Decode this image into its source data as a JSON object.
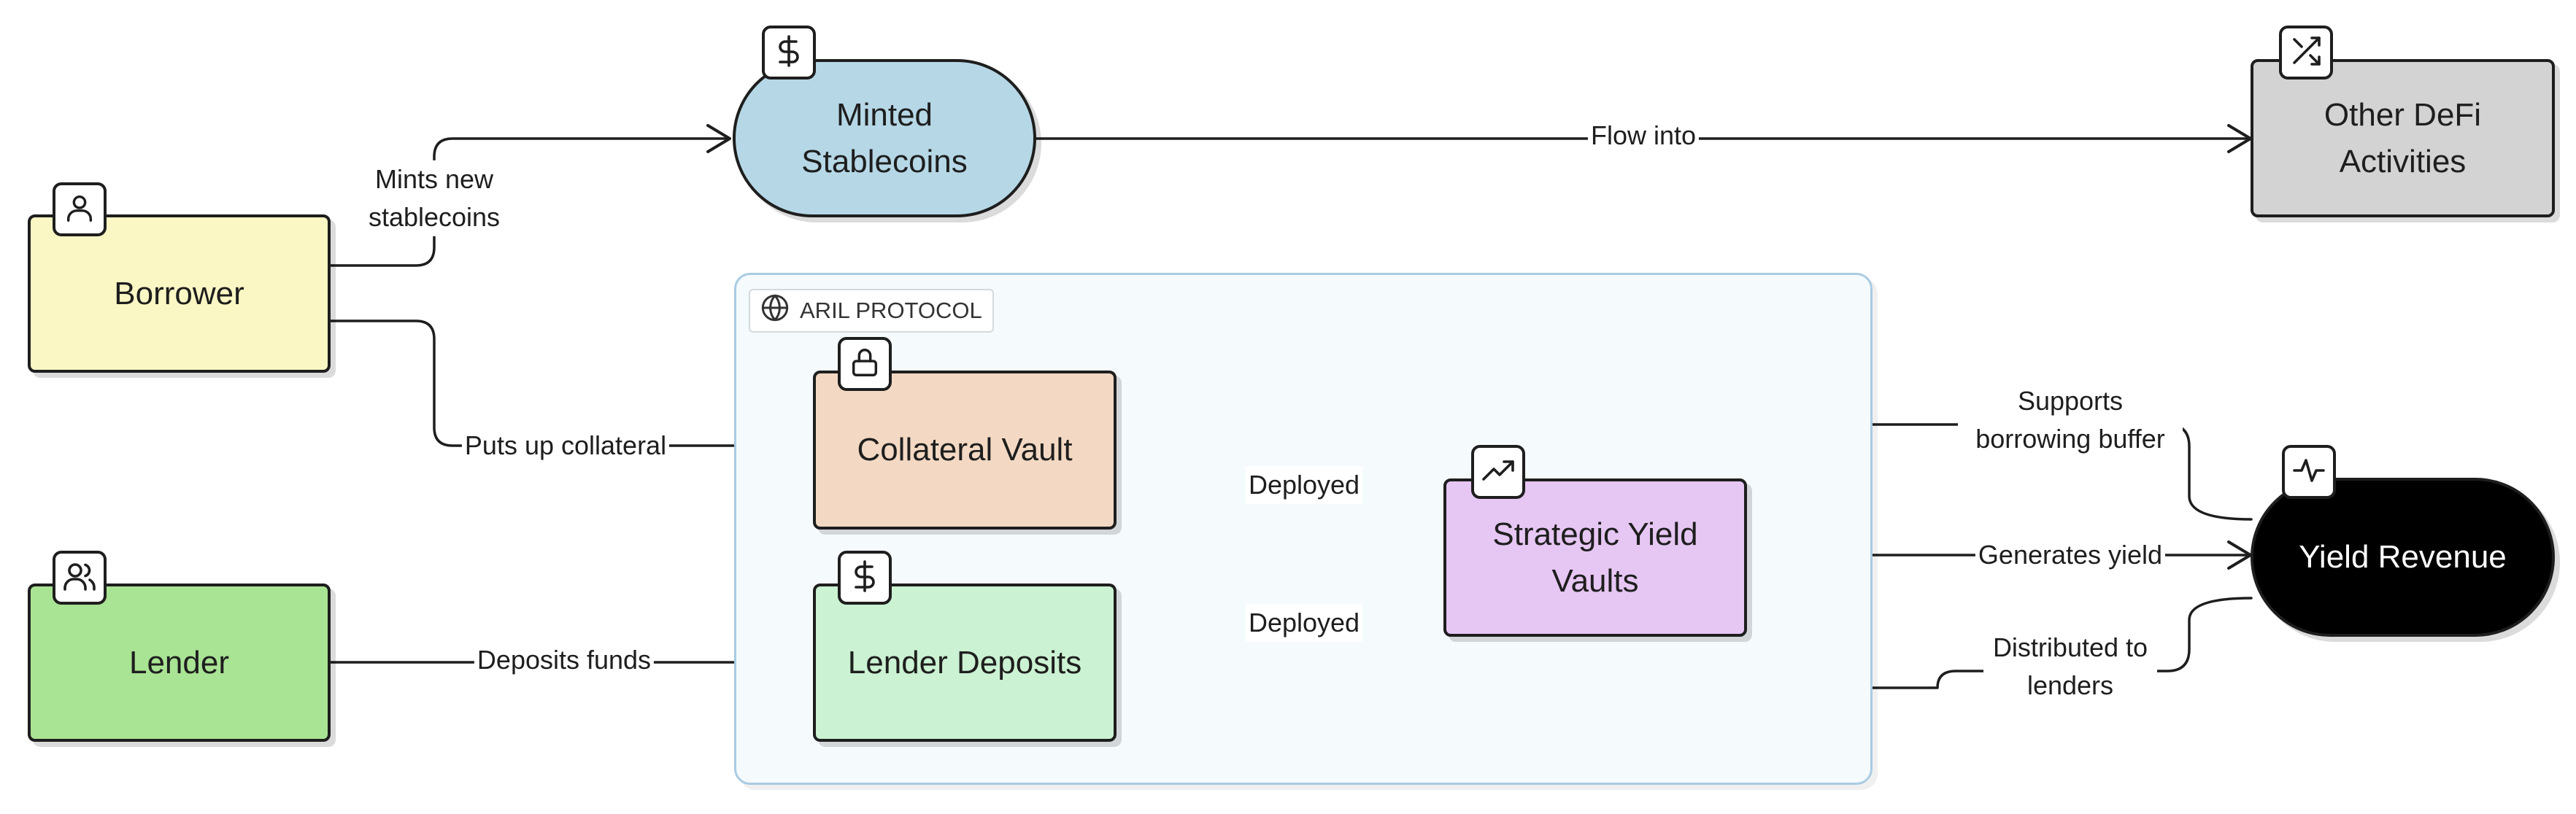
{
  "nodes": {
    "borrower": "Borrower",
    "lender": "Lender",
    "minted_stablecoins": "Minted Stablecoins",
    "other_defi": "Other DeFi Activities",
    "collateral_vault": "Collateral Vault",
    "lender_deposits": "Lender Deposits",
    "strategic_yield_vaults": "Strategic Yield Vaults",
    "yield_revenue": "Yield Revenue"
  },
  "group": {
    "title": "ARIL PROTOCOL"
  },
  "edges": {
    "mints": "Mints new stablecoins",
    "collateral": "Puts up collateral",
    "deposits": "Deposits funds",
    "flow_into": "Flow into",
    "deployed_collateral": "Deployed",
    "deployed_deposits": "Deployed",
    "generates_yield": "Generates yield",
    "supports_buffer": "Supports borrowing buffer",
    "distributed": "Distributed to lenders"
  },
  "colors": {
    "borrower": "#fbf7c4",
    "lender": "#a9e394",
    "minted_stablecoins": "#b6d7e6",
    "other_defi": "#d3d3d3",
    "collateral_vault": "#f3d9c3",
    "lender_deposits": "#cbf2d2",
    "strategic_yield_vaults": "#e6c6f3",
    "yield_revenue": "#000000",
    "group_fill": "#f5fafd",
    "group_border": "#a9cce3"
  },
  "icons": {
    "borrower": "user-icon",
    "lender": "users-icon",
    "minted_stablecoins": "dollar-icon",
    "other_defi": "shuffle-icon",
    "collateral_vault": "lock-icon",
    "lender_deposits": "dollar-icon",
    "strategic_yield_vaults": "trending-up-icon",
    "yield_revenue": "activity-icon",
    "group": "globe-icon"
  }
}
